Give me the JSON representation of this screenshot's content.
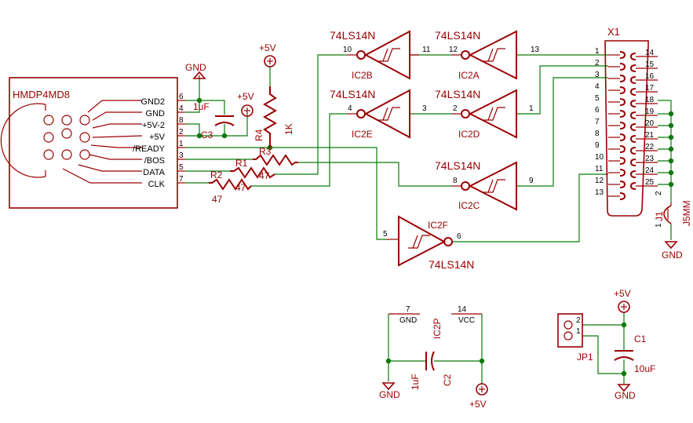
{
  "colors": {
    "symbol": "#9a0000",
    "wire": "#0a7a0a",
    "text": "#000000",
    "background": "#ffffff"
  },
  "connector": {
    "name": "HMDP4MD8",
    "pins": [
      {
        "num": "6",
        "label": "GND2"
      },
      {
        "num": "4",
        "label": "GND"
      },
      {
        "num": "8",
        "label": "+5V-2"
      },
      {
        "num": "2",
        "label": "+5V"
      },
      {
        "num": "1",
        "label": "/READY"
      },
      {
        "num": "3",
        "label": "/BOS"
      },
      {
        "num": "5",
        "label": "DATA"
      },
      {
        "num": "7",
        "label": "CLK"
      }
    ]
  },
  "power": {
    "vcc": "+5V",
    "gnd": "GND"
  },
  "resistors": {
    "r4": {
      "name": "R4",
      "value": "1K"
    },
    "r3": {
      "name": "R3",
      "value": "47"
    },
    "r1": {
      "name": "R1",
      "value": "47"
    },
    "r2": {
      "name": "R2",
      "value": "47"
    }
  },
  "capacitors": {
    "c3": {
      "name": "C3",
      "value": "1uF"
    },
    "c2": {
      "name": "C2",
      "value": "1uF"
    },
    "c1": {
      "name": "C1",
      "value": "10uF"
    }
  },
  "gates": {
    "ic2b": {
      "part": "74LS14N",
      "name": "IC2B",
      "in": "10",
      "out": "11"
    },
    "ic2a": {
      "part": "74LS14N",
      "name": "IC2A",
      "in": "12",
      "out": "13"
    },
    "ic2e": {
      "part": "74LS14N",
      "name": "IC2E",
      "in": "4",
      "out": "3"
    },
    "ic2d": {
      "part": "74LS14N",
      "name": "IC2D",
      "in": "2",
      "out": "1"
    },
    "ic2c": {
      "part": "74LS14N",
      "name": "IC2C",
      "in": "8",
      "out": "9"
    },
    "ic2f": {
      "part": "74LS14N",
      "name": "IC2F",
      "in": "5",
      "out": "6"
    }
  },
  "ic2p": {
    "name": "IC2P",
    "gnd_pin": "7",
    "gnd_label": "GND",
    "vcc_pin": "14",
    "vcc_label": "VCC"
  },
  "db25": {
    "name": "X1",
    "left_pins": [
      "1",
      "2",
      "3",
      "4",
      "5",
      "6",
      "7",
      "8",
      "9",
      "10",
      "11",
      "12",
      "13"
    ],
    "right_pins": [
      "14",
      "15",
      "16",
      "17",
      "18",
      "19",
      "20",
      "21",
      "22",
      "23",
      "24",
      "25"
    ]
  },
  "jumper_j1": {
    "name": "J1",
    "label": "J5MM",
    "pin_a": "2",
    "pin_b": "1"
  },
  "jumper_jp1": {
    "name": "JP1",
    "pin_a": "2",
    "pin_b": "1"
  }
}
